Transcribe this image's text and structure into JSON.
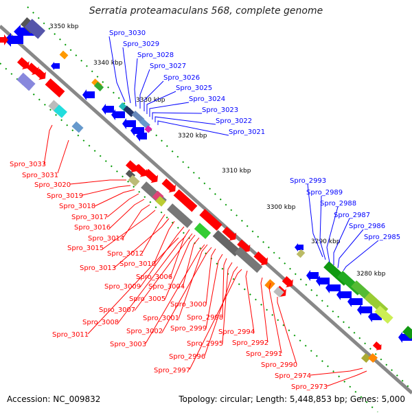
{
  "header": {
    "title": "Serratia proteamaculans 568, complete genome"
  },
  "footer": {
    "accession": "Accession: NC_009832",
    "summary": "Topology: circular; Length: 5,448,853 bp; Genes: 5,000"
  },
  "colors": {
    "forward": "#ff0000",
    "reverse": "#0000ff",
    "backbone": "#888888",
    "tick": "#009900"
  },
  "ticks": [
    "3350 kbp",
    "3340 kbp",
    "3330 kbp",
    "3320 kbp",
    "3310 kbp",
    "3300 kbp",
    "3290 kbp",
    "3280 kbp"
  ],
  "labels_reverse": [
    "Spro_3030",
    "Spro_3029",
    "Spro_3028",
    "Spro_3027",
    "Spro_3026",
    "Spro_3025",
    "Spro_3024",
    "Spro_3023",
    "Spro_3022",
    "Spro_3021",
    "Spro_2993",
    "Spro_2989",
    "Spro_2988",
    "Spro_2987",
    "Spro_2986",
    "Spro_2985"
  ],
  "labels_forward": [
    "Spro_3033",
    "Spro_3031",
    "Spro_3020",
    "Spro_3019",
    "Spro_3018",
    "Spro_3017",
    "Spro_3016",
    "Spro_3014",
    "Spro_3015",
    "Spro_3012",
    "Spro_3010",
    "Spro_3013",
    "Spro_3006",
    "Spro_3009",
    "Spro_3004",
    "Spro_3005",
    "Spro_3000",
    "Spro_3007",
    "Spro_3001",
    "Spro_2998",
    "Spro_3008",
    "Spro_2999",
    "Spro_3002",
    "Spro_2994",
    "Spro_3011",
    "Spro_2995",
    "Spro_3003",
    "Spro_2992",
    "Spro_2996",
    "Spro_2991",
    "Spro_2997",
    "Spro_2990",
    "Spro_2974",
    "Spro_2973"
  ]
}
